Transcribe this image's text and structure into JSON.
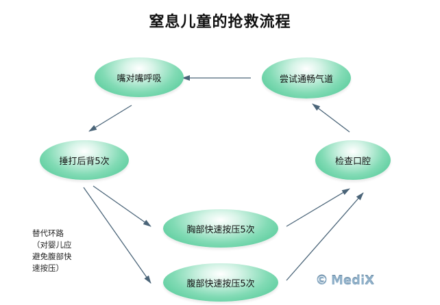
{
  "title": "窒息儿童的抢救流程",
  "nodes": {
    "mouth_breathing": "嘴对嘴呼吸",
    "airway": "尝试通畅气道",
    "back_blows": "捶打后背5次",
    "mouth_check": "检查口腔",
    "chest_press": "胸部快速按压5次",
    "abdominal_press": "腹部快速按压5次"
  },
  "note": {
    "line1": "替代环路",
    "line2": "（对婴儿应",
    "line3": "避免腹部快",
    "line4": "速按压）"
  },
  "watermark": {
    "symbol": "©",
    "text": "MediX"
  },
  "colors": {
    "node_fill": "#44c48f",
    "arrow": "#4a6478"
  }
}
